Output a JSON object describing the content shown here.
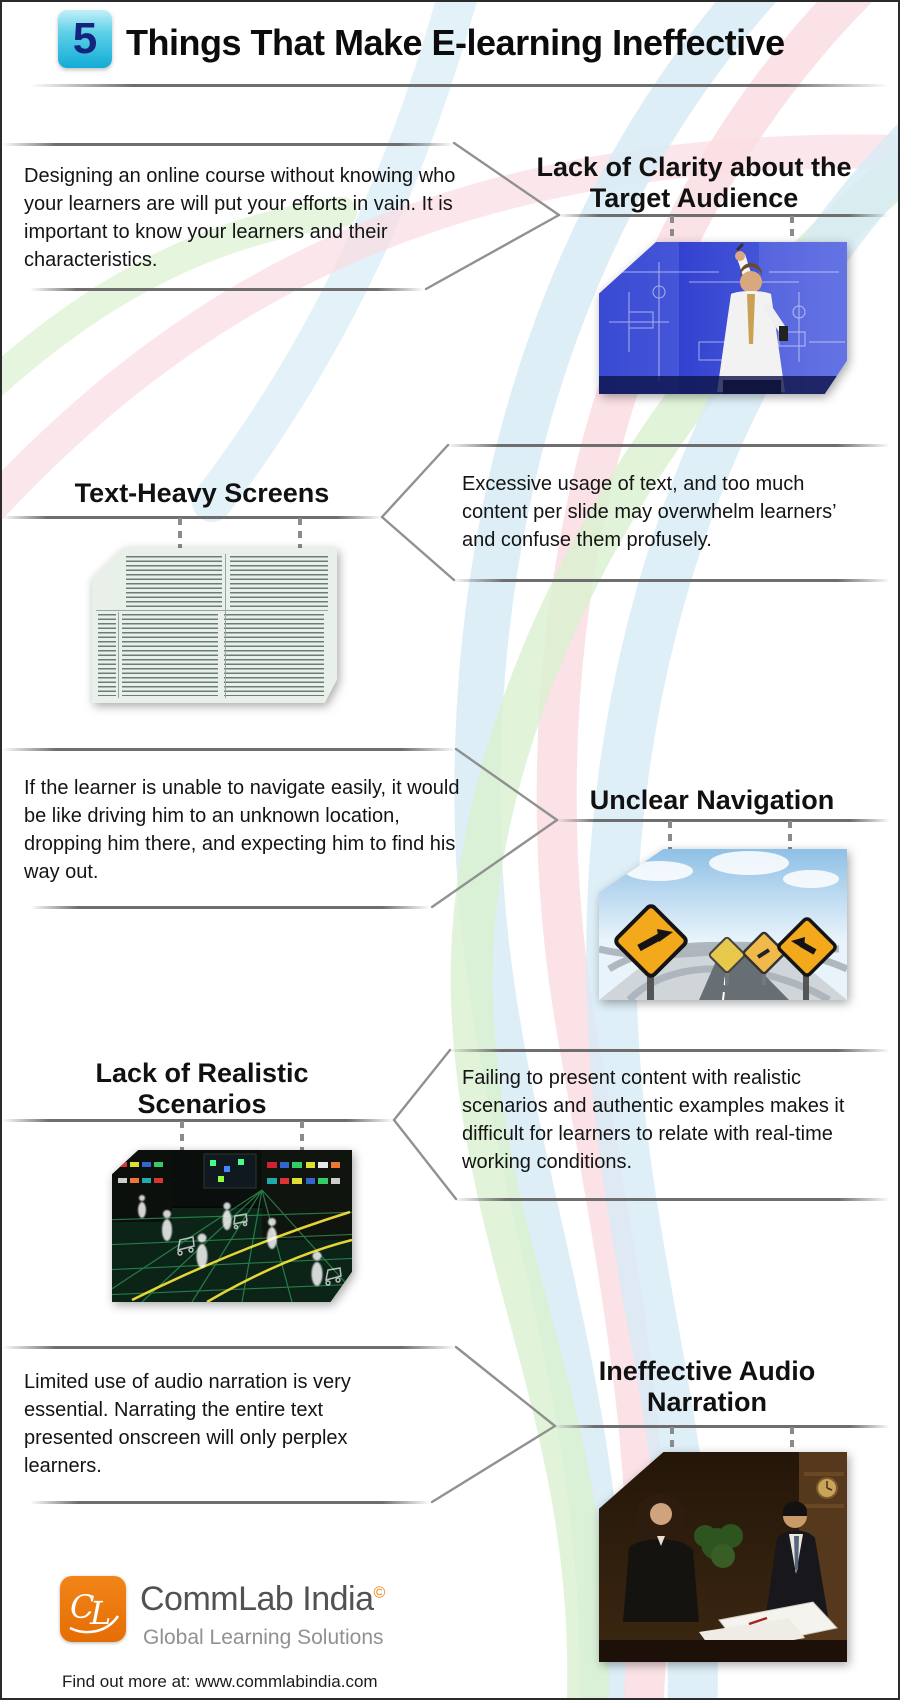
{
  "title": {
    "number": "5",
    "text": "Things That Make E-learning Ineffective"
  },
  "sections": [
    {
      "heading": "Lack of Clarity about the\nTarget Audience",
      "paragraph": "Designing an online course without knowing who your learners are will put your efforts in vain. It is important to know your learners and their characteristics.",
      "image": "businessman writing on blue technical drawing board"
    },
    {
      "heading": "Text-Heavy Screens",
      "paragraph": "Excessive usage of text, and too much content per slide may overwhelm learners’ and confuse them profusely.",
      "image": "dense newspaper text columns"
    },
    {
      "heading": "Unclear Navigation",
      "paragraph": "If the learner is unable to navigate easily, it would be like driving him to an unknown location, dropping him there, and expecting him to find his way out.",
      "image": "yellow arrow road signs pointing different directions"
    },
    {
      "heading": "Lack of Realistic\nScenarios",
      "paragraph": "Failing to present content with realistic scenarios and authentic examples makes it difficult for learners to relate with real-time working conditions.",
      "image": "dark virtual supermarket with wireframe shoppers"
    },
    {
      "heading": "Ineffective Audio\nNarration",
      "paragraph": "Limited use of audio narration is very essential. Narrating the entire text presented onscreen will only perplex learners.",
      "image": "two businesspeople reviewing documents at a desk"
    }
  ],
  "footer": {
    "logo_monogram": "CL",
    "brand": "CommLab India",
    "copyright": "©",
    "tagline": "Global Learning Solutions",
    "find_out": "Find out more at: www.commlabindia.com"
  },
  "colors": {
    "badge_top": "#c2f0f8",
    "badge_bottom": "#12acd6",
    "badge_number": "#14237e",
    "swoosh_blue": "#d7ebf6",
    "swoosh_pink": "#fadde2",
    "swoosh_green": "#daf1d0",
    "line_gray": "#6e6e6e",
    "logo_orange": "#ee7b12",
    "brand_gray": "#525252",
    "tagline_gray": "#919191"
  }
}
